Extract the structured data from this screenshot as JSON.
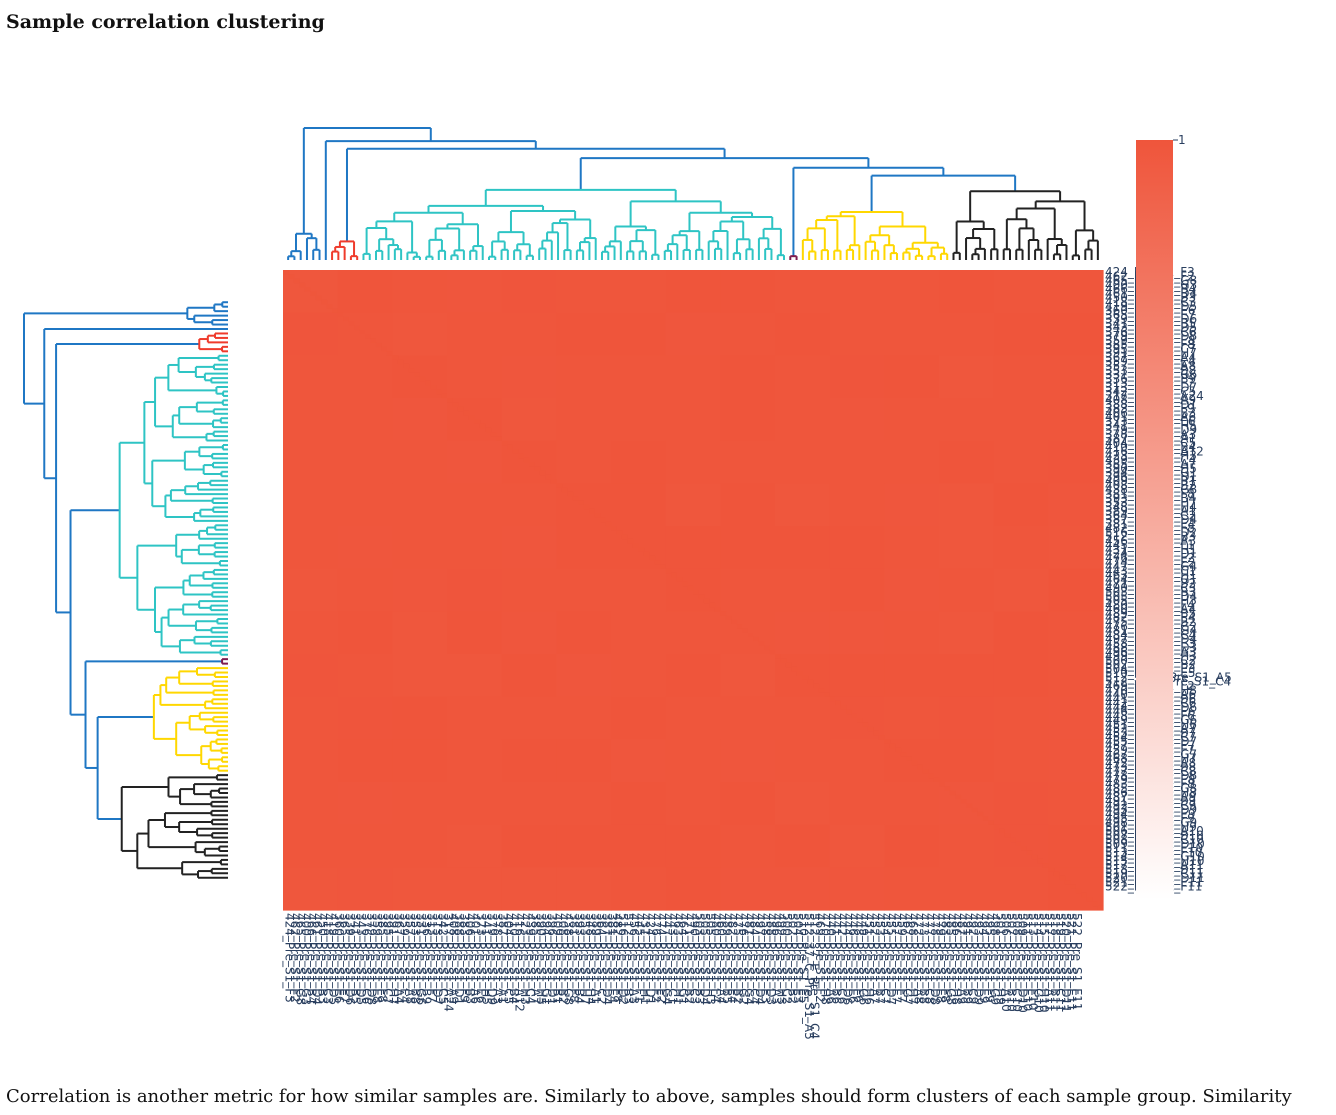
{
  "page": {
    "title": "Sample correlation clustering",
    "description": "Correlation is another metric for how similar samples are. Similarly to above, samples should form clusters of each sample group. Similarity"
  },
  "colors": {
    "heatmap_high": "#ef553b",
    "heatmap_low": "#ffffff",
    "tick_text": "#2a3f5f",
    "dendro_root": "#1f77c4",
    "clusters": [
      "#1f77c4",
      "#5e8f6e",
      "#ef3b2c",
      "#2ec4c4",
      "#7d1b4e",
      "#ffd700",
      "#222222"
    ]
  },
  "chart_data": {
    "type": "heatmap",
    "title": "",
    "colorbar": {
      "max_label": "1",
      "min": 0,
      "max": 1
    },
    "value_range": [
      0.96,
      1.0
    ],
    "sample_count": 150,
    "labels": [
      "424_Pre_S1_F3",
      "462_Pre_S1_F2",
      "465_Pre_S1_G8",
      "400_Pre_S1_G3",
      "466_Pre_S1_B4",
      "461_Pre_S1_D4",
      "450_Pre_S1_B3",
      "418_Pre_S1_C3",
      "419_Pre_S1_D5",
      "360_Pre_S1_E6",
      "365_Pre_S1_E7",
      "339_Pre_S1_D6",
      "341_Pre_S1_B5",
      "343_Pre_S1_D5",
      "376_Pre_S1_C6",
      "379_Pre_S1_D8",
      "359_Pre_S1_E8",
      "385_Pre_S1_F8",
      "395_Pre_S1_C7",
      "391_Pre_S1_H7",
      "367_Pre_S1_A4",
      "359_Pre_S1_E4",
      "357_Pre_S1_A8",
      "353_Pre_S1_B8",
      "331_Pre_S1_G6",
      "336_Pre_S1_B9",
      "313_Pre_S1_F7",
      "313_Pre_S1_D7",
      "342_Pre_S1_C5",
      "317_Pre_S1_A24",
      "408_Pre_S1_A9",
      "388_Pre_S1_D1",
      "383_Pre_S1_F9",
      "406_Pre_S1_B3",
      "401_Pre_S1_A6",
      "373_Pre_S1_E6",
      "341_Pre_S1_H5",
      "379_Pre_S1_D9",
      "378_Pre_S1_A3",
      "387_Pre_S1_A1",
      "404_Pre_S1_C5",
      "410_Pre_S1_B4",
      "416_Pre_S1_A12",
      "423_Pre_S1_H3",
      "439_Pre_S1_C4",
      "385_Pre_S1_A7",
      "390_Pre_S1_H5",
      "394_Pre_S1_G1",
      "396_Pre_S1_D1",
      "409_Pre_S1_B1",
      "408_Pre_S1_B2",
      "438_Pre_S1_G8",
      "381_Pre_S1_F8",
      "393_Pre_S1_B4",
      "353_Pre_S1_H7",
      "348_Pre_S1_H4",
      "389_Pre_S1_A1",
      "364_Pre_S1_C2",
      "387_Pre_S1_D4",
      "381_Pre_S1_E4",
      "482_Pre_S1_F8",
      "516_Pre_S1_D2",
      "512_Pre_S1_B3",
      "456_Pre_S1_A3",
      "445_Pre_S1_F1",
      "431_Pre_S1_H1",
      "424_Pre_S1_D1",
      "476_Pre_S1_F2",
      "474_Pre_S1_E2",
      "447_Pre_S1_G4",
      "443_Pre_S1_C1",
      "463_Pre_S1_H1",
      "464_Pre_S1_G1",
      "471_Pre_S1_B2",
      "490_Pre_S1_C3",
      "503_Pre_S1_B3",
      "505_Pre_S1_D4",
      "505_Pre_S1_H3",
      "480_Pre_S1_F4",
      "460_Pre_S1_A4",
      "489_Pre_S1_B5",
      "482_Pre_S1_E4",
      "475_Pre_S1_B2",
      "476_Pre_S1_G2",
      "481_Pre_S1_G4",
      "484_Pre_S1_C4",
      "497_Pre_S1_D4",
      "458_Pre_S1_E3",
      "488_Pre_S1_D3",
      "496_Pre_S1_A3",
      "499_Pre_S1_H3",
      "500_Pre_S1_C2",
      "502_Pre_S1_B2",
      "504_Pre_S1_E3",
      "510_Pre_S1_E5",
      "512_37_C_Pre_S1_A5",
      "512_37_E_Pre_S1_C4",
      "469_Pre_S1_F2",
      "470_Pre_S1_H8",
      "440_Pre_S1_A6",
      "441_Pre_S1_B6",
      "442_Pre_S1_C6",
      "444_Pre_S1_D6",
      "446_Pre_S1_E6",
      "448_Pre_S1_F6",
      "449_Pre_S1_G6",
      "451_Pre_S1_H6",
      "452_Pre_S1_A7",
      "453_Pre_S1_B7",
      "454_Pre_S1_C7",
      "455_Pre_S1_D7",
      "457_Pre_S1_E7",
      "459_Pre_S1_F7",
      "467_Pre_S1_G7",
      "468_Pre_S1_H7",
      "472_Pre_S1_A8",
      "473_Pre_S1_B8",
      "477_Pre_S1_C8",
      "478_Pre_S1_D8",
      "479_Pre_S1_E8",
      "483_Pre_S1_F8",
      "485_Pre_S1_G8",
      "486_Pre_S1_H8",
      "487_Pre_S1_A9",
      "491_Pre_S1_B9",
      "492_Pre_S1_C9",
      "493_Pre_S1_D9",
      "494_Pre_S1_E9",
      "495_Pre_S1_F9",
      "498_Pre_S1_G9",
      "501_Pre_S1_H9",
      "506_Pre_S1_A10",
      "507_Pre_S1_B10",
      "508_Pre_S1_C10",
      "509_Pre_S1_D10",
      "511_Pre_S1_E10",
      "513_Pre_S1_F10",
      "514_Pre_S1_G10",
      "515_Pre_S1_H10",
      "517_Pre_S1_A11",
      "518_Pre_S1_B11",
      "519_Pre_S1_C11",
      "520_Pre_S1_D11",
      "521_Pre_S1_E11",
      "522_Pre_S1_F11"
    ],
    "dendrogram_clusters": [
      {
        "color_index": 0,
        "size": 6
      },
      {
        "color_index": 1,
        "size": 1
      },
      {
        "color_index": 2,
        "size": 5
      },
      {
        "color_index": 3,
        "size": 68
      },
      {
        "color_index": 4,
        "size": 2
      },
      {
        "color_index": 5,
        "size": 24
      },
      {
        "color_index": 6,
        "size": 24
      }
    ],
    "grid": false,
    "legend": "none"
  }
}
